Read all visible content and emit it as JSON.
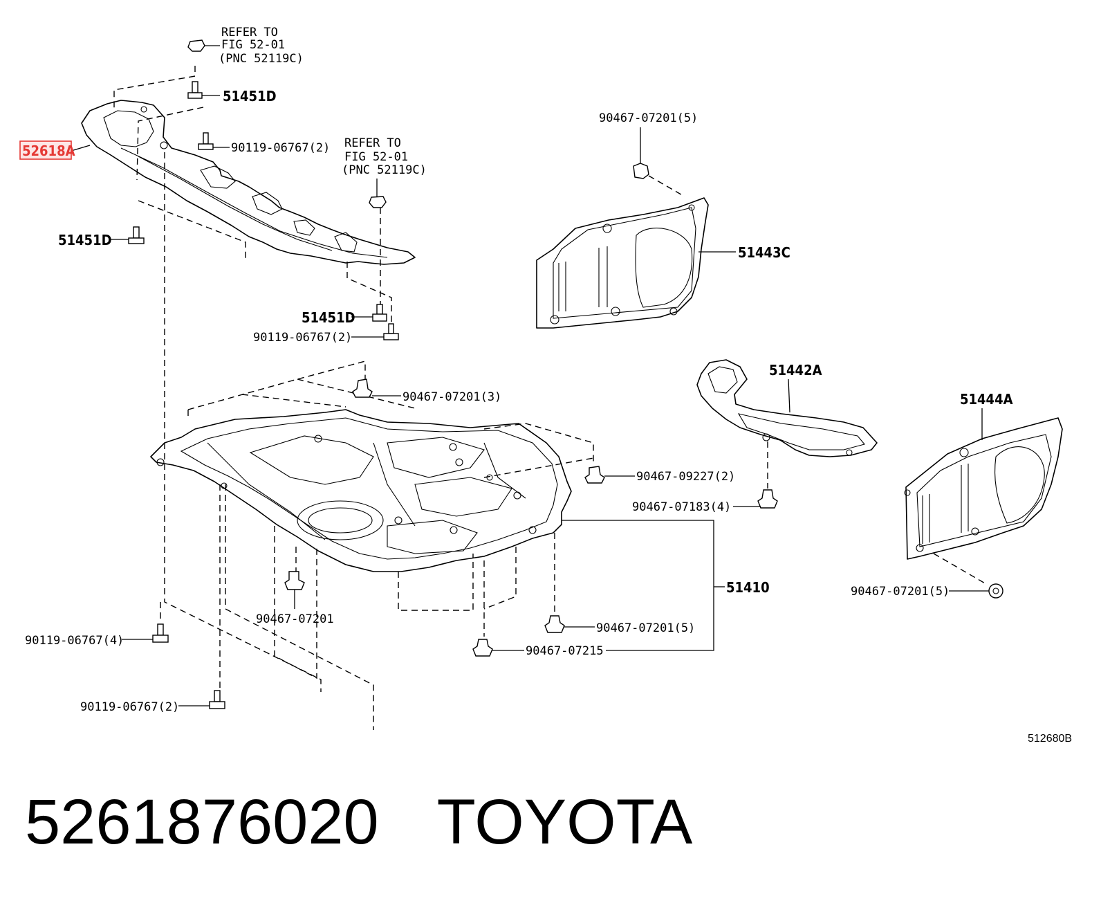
{
  "labels": {
    "refer_top_1": "REFER TO",
    "refer_top_2": "FIG 52-01",
    "refer_top_3": "(PNC 52119C)",
    "refer_mid_1": "REFER TO",
    "refer_mid_2": "FIG 52-01",
    "refer_mid_3": "(PNC 52119C)",
    "p51451D_top": "51451D",
    "p90119_2_top": "90119-06767(2)",
    "p52618A": "52618A",
    "p51451D_left": "51451D",
    "p51451D_mid": "51451D",
    "p90119_2_mid": "90119-06767(2)",
    "p90467_07201_5_top": "90467-07201(5)",
    "p51443C": "51443C",
    "p90467_07201_3": "90467-07201(3)",
    "p51442A": "51442A",
    "p51444A": "51444A",
    "p90467_09227_2": "90467-09227(2)",
    "p90467_07183_4": "90467-07183(4)",
    "p51410": "51410",
    "p90467_07201_5_right": "90467-07201(5)",
    "p90467_07201": "90467-07201",
    "p90119_4": "90119-06767(4)",
    "p90467_07201_5_bottom": "90467-07201(5)",
    "p90467_07215": "90467-07215",
    "p90119_2_bottom": "90119-06767(2)",
    "figure_code": "512680B"
  },
  "footer": {
    "part_number": "5261876020",
    "brand": "TOYOTA"
  },
  "highlight": {
    "part": "52618A",
    "color": "#e53935"
  }
}
